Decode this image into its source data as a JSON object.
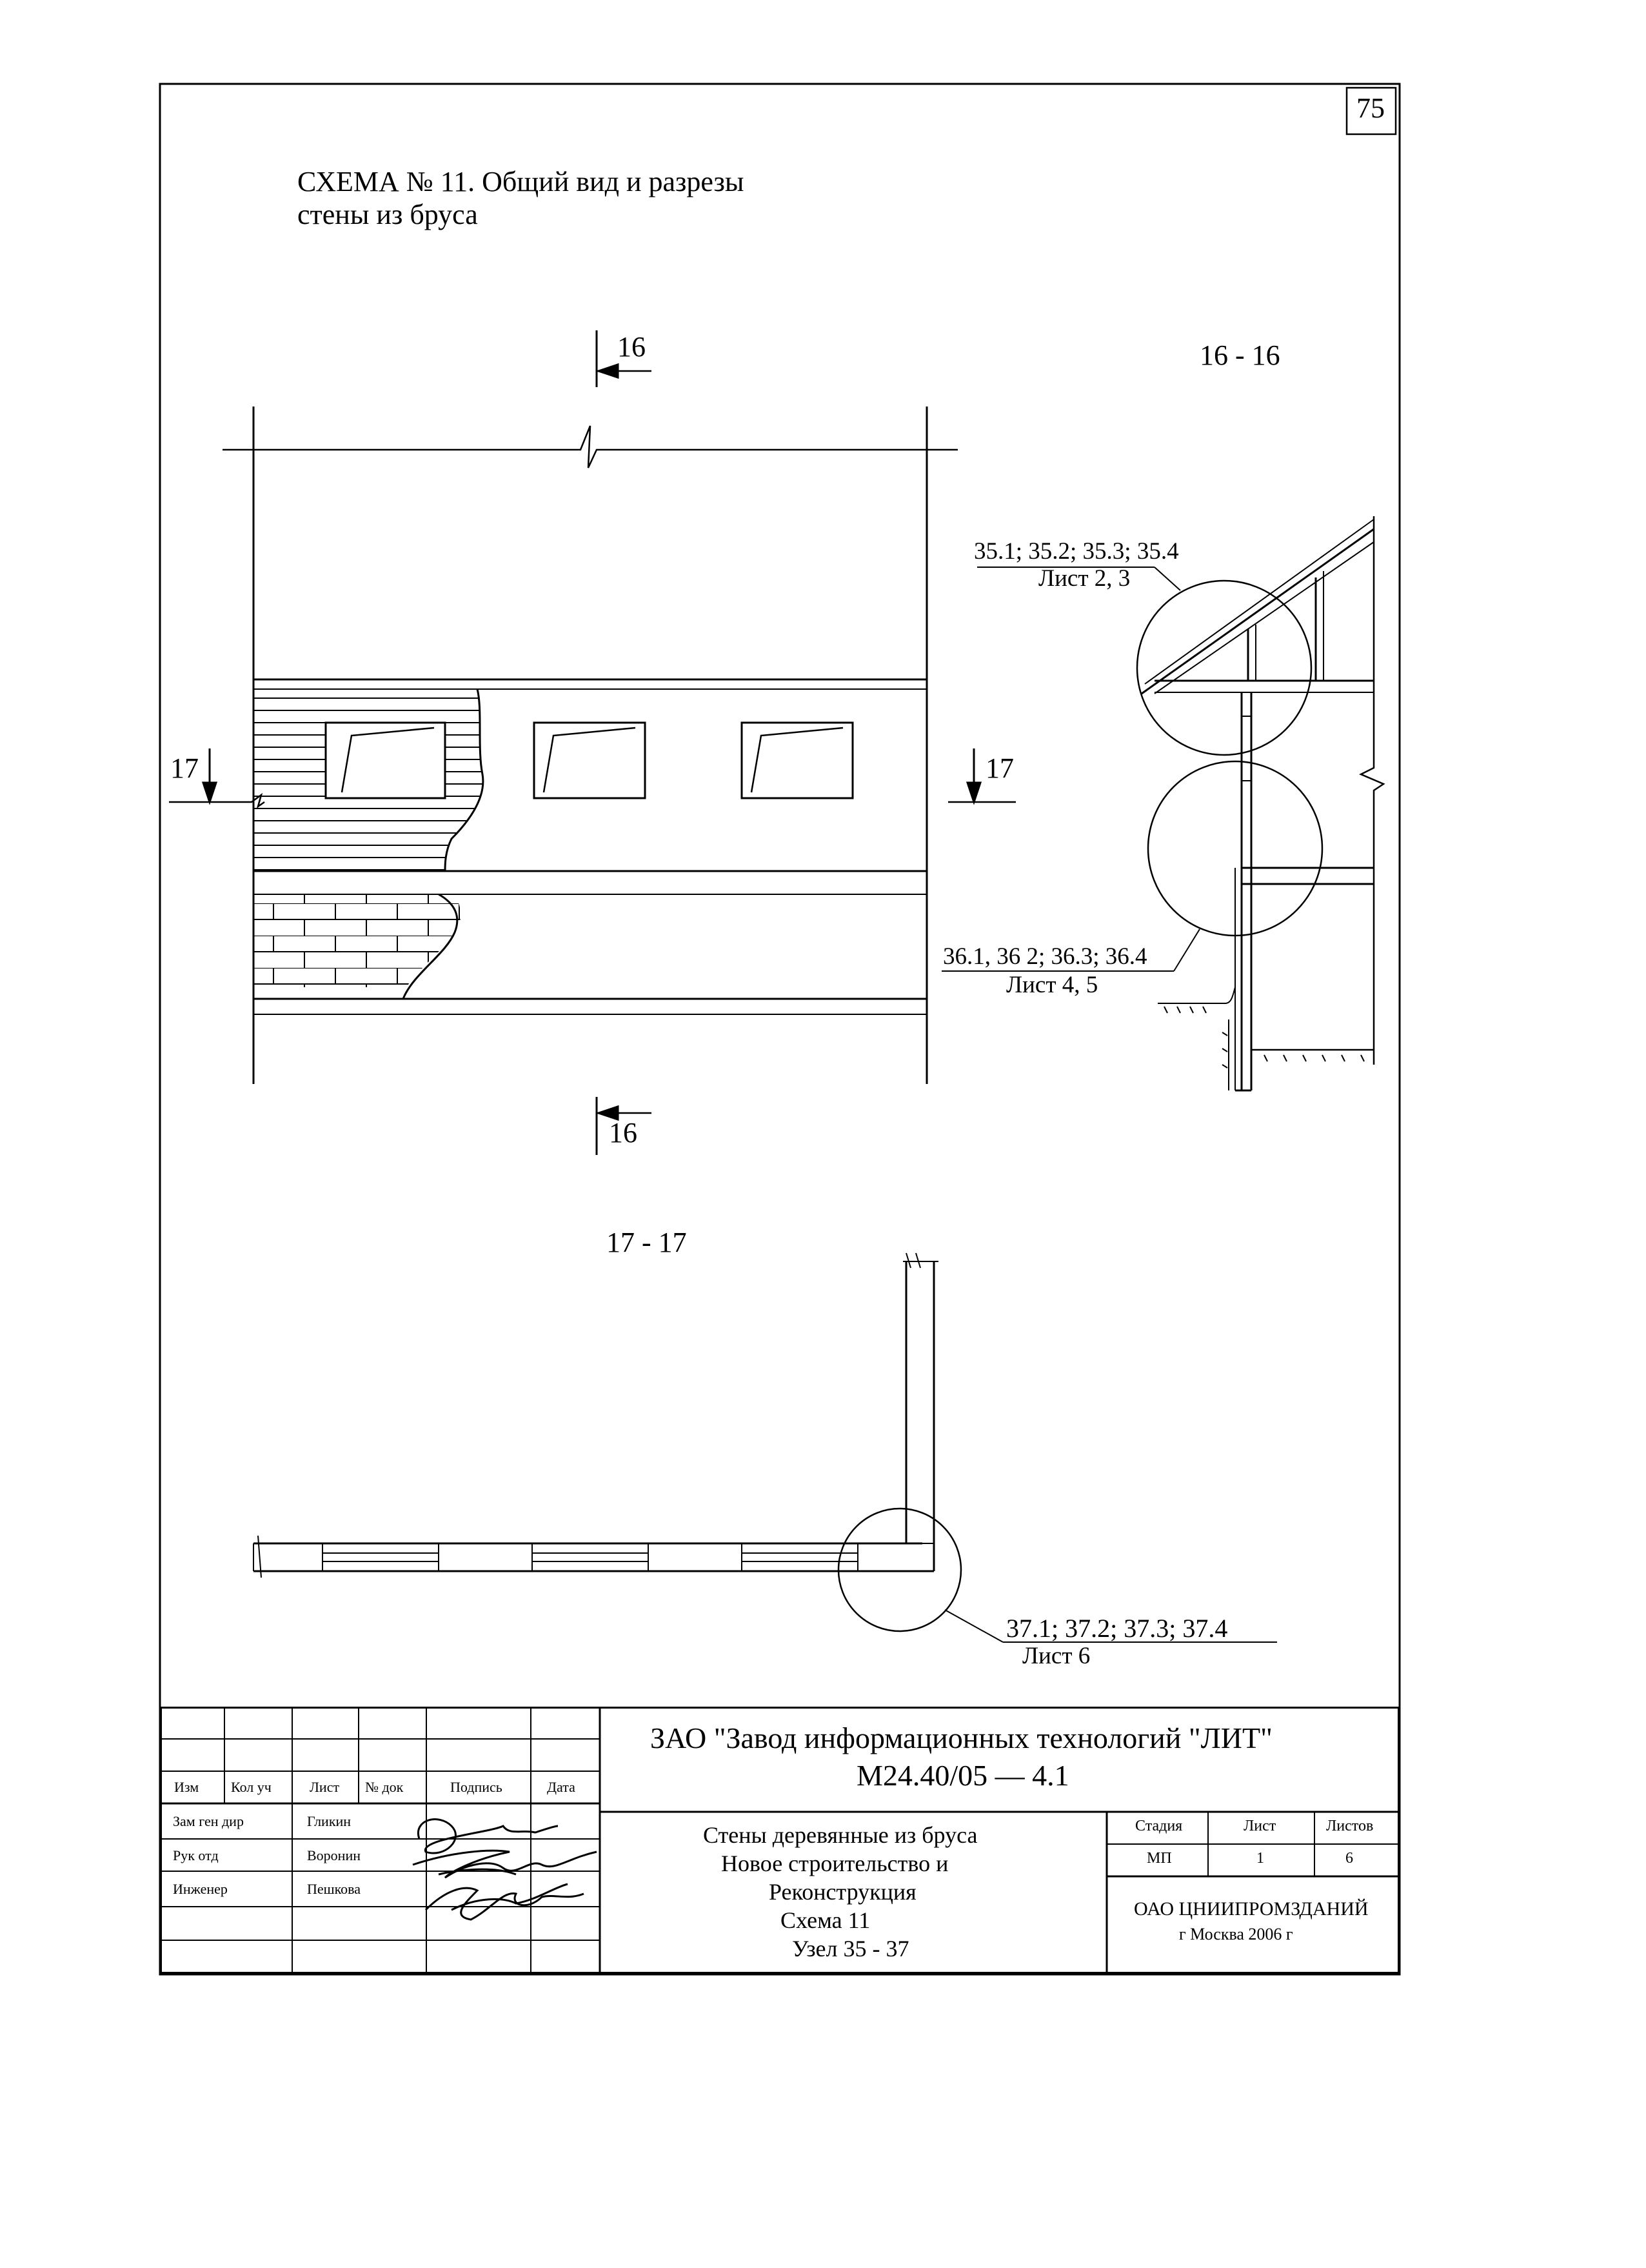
{
  "page_number": "75",
  "title": {
    "line1": "СХЕМА № 11. Общий вид и разрезы",
    "line2": "стены из бруса"
  },
  "drawing": {
    "section_16_top_label": "16",
    "section_16_bottom_label": "16",
    "section_17_left_label": "17",
    "section_17_right_label": "17",
    "section_16_title": "16 - 16",
    "section_17_title": "17 - 17",
    "callout_35_refs": "35.1; 35.2; 35.3; 35.4",
    "callout_35_sheet": "Лист 2, 3",
    "callout_36_refs": "36.1, 36 2; 36.3; 36.4",
    "callout_36_sheet": "Лист 4, 5",
    "callout_37_refs": "37.1; 37.2; 37.3; 37.4",
    "callout_37_sheet": "Лист 6"
  },
  "stamp": {
    "company": "ЗАО \"Завод информационных технологий \"ЛИТ\"",
    "doc_code": "М24.40/05  —  4.1",
    "headers": [
      "Изм",
      "Кол уч",
      "Лист",
      "№ док",
      "Подпись",
      "Дата"
    ],
    "roles": [
      {
        "role": "Зам ген дир",
        "name": "Гликин"
      },
      {
        "role": "Рук отд",
        "name": "Воронин"
      },
      {
        "role": "Инженер",
        "name": "Пешкова"
      }
    ],
    "description": [
      "Стены деревянные из бруса",
      "Новое строительство и",
      "Реконструкция",
      "Схема 11",
      "Узел 35 - 37"
    ],
    "stage_header": "Стадия",
    "sheet_header": "Лист",
    "sheets_header": "Листов",
    "stage_value": "МП",
    "sheet_value": "1",
    "sheets_value": "6",
    "org": "ОАО ЦНИИПРОМЗДАНИЙ",
    "city_year": "г  Москва 2006 г"
  }
}
